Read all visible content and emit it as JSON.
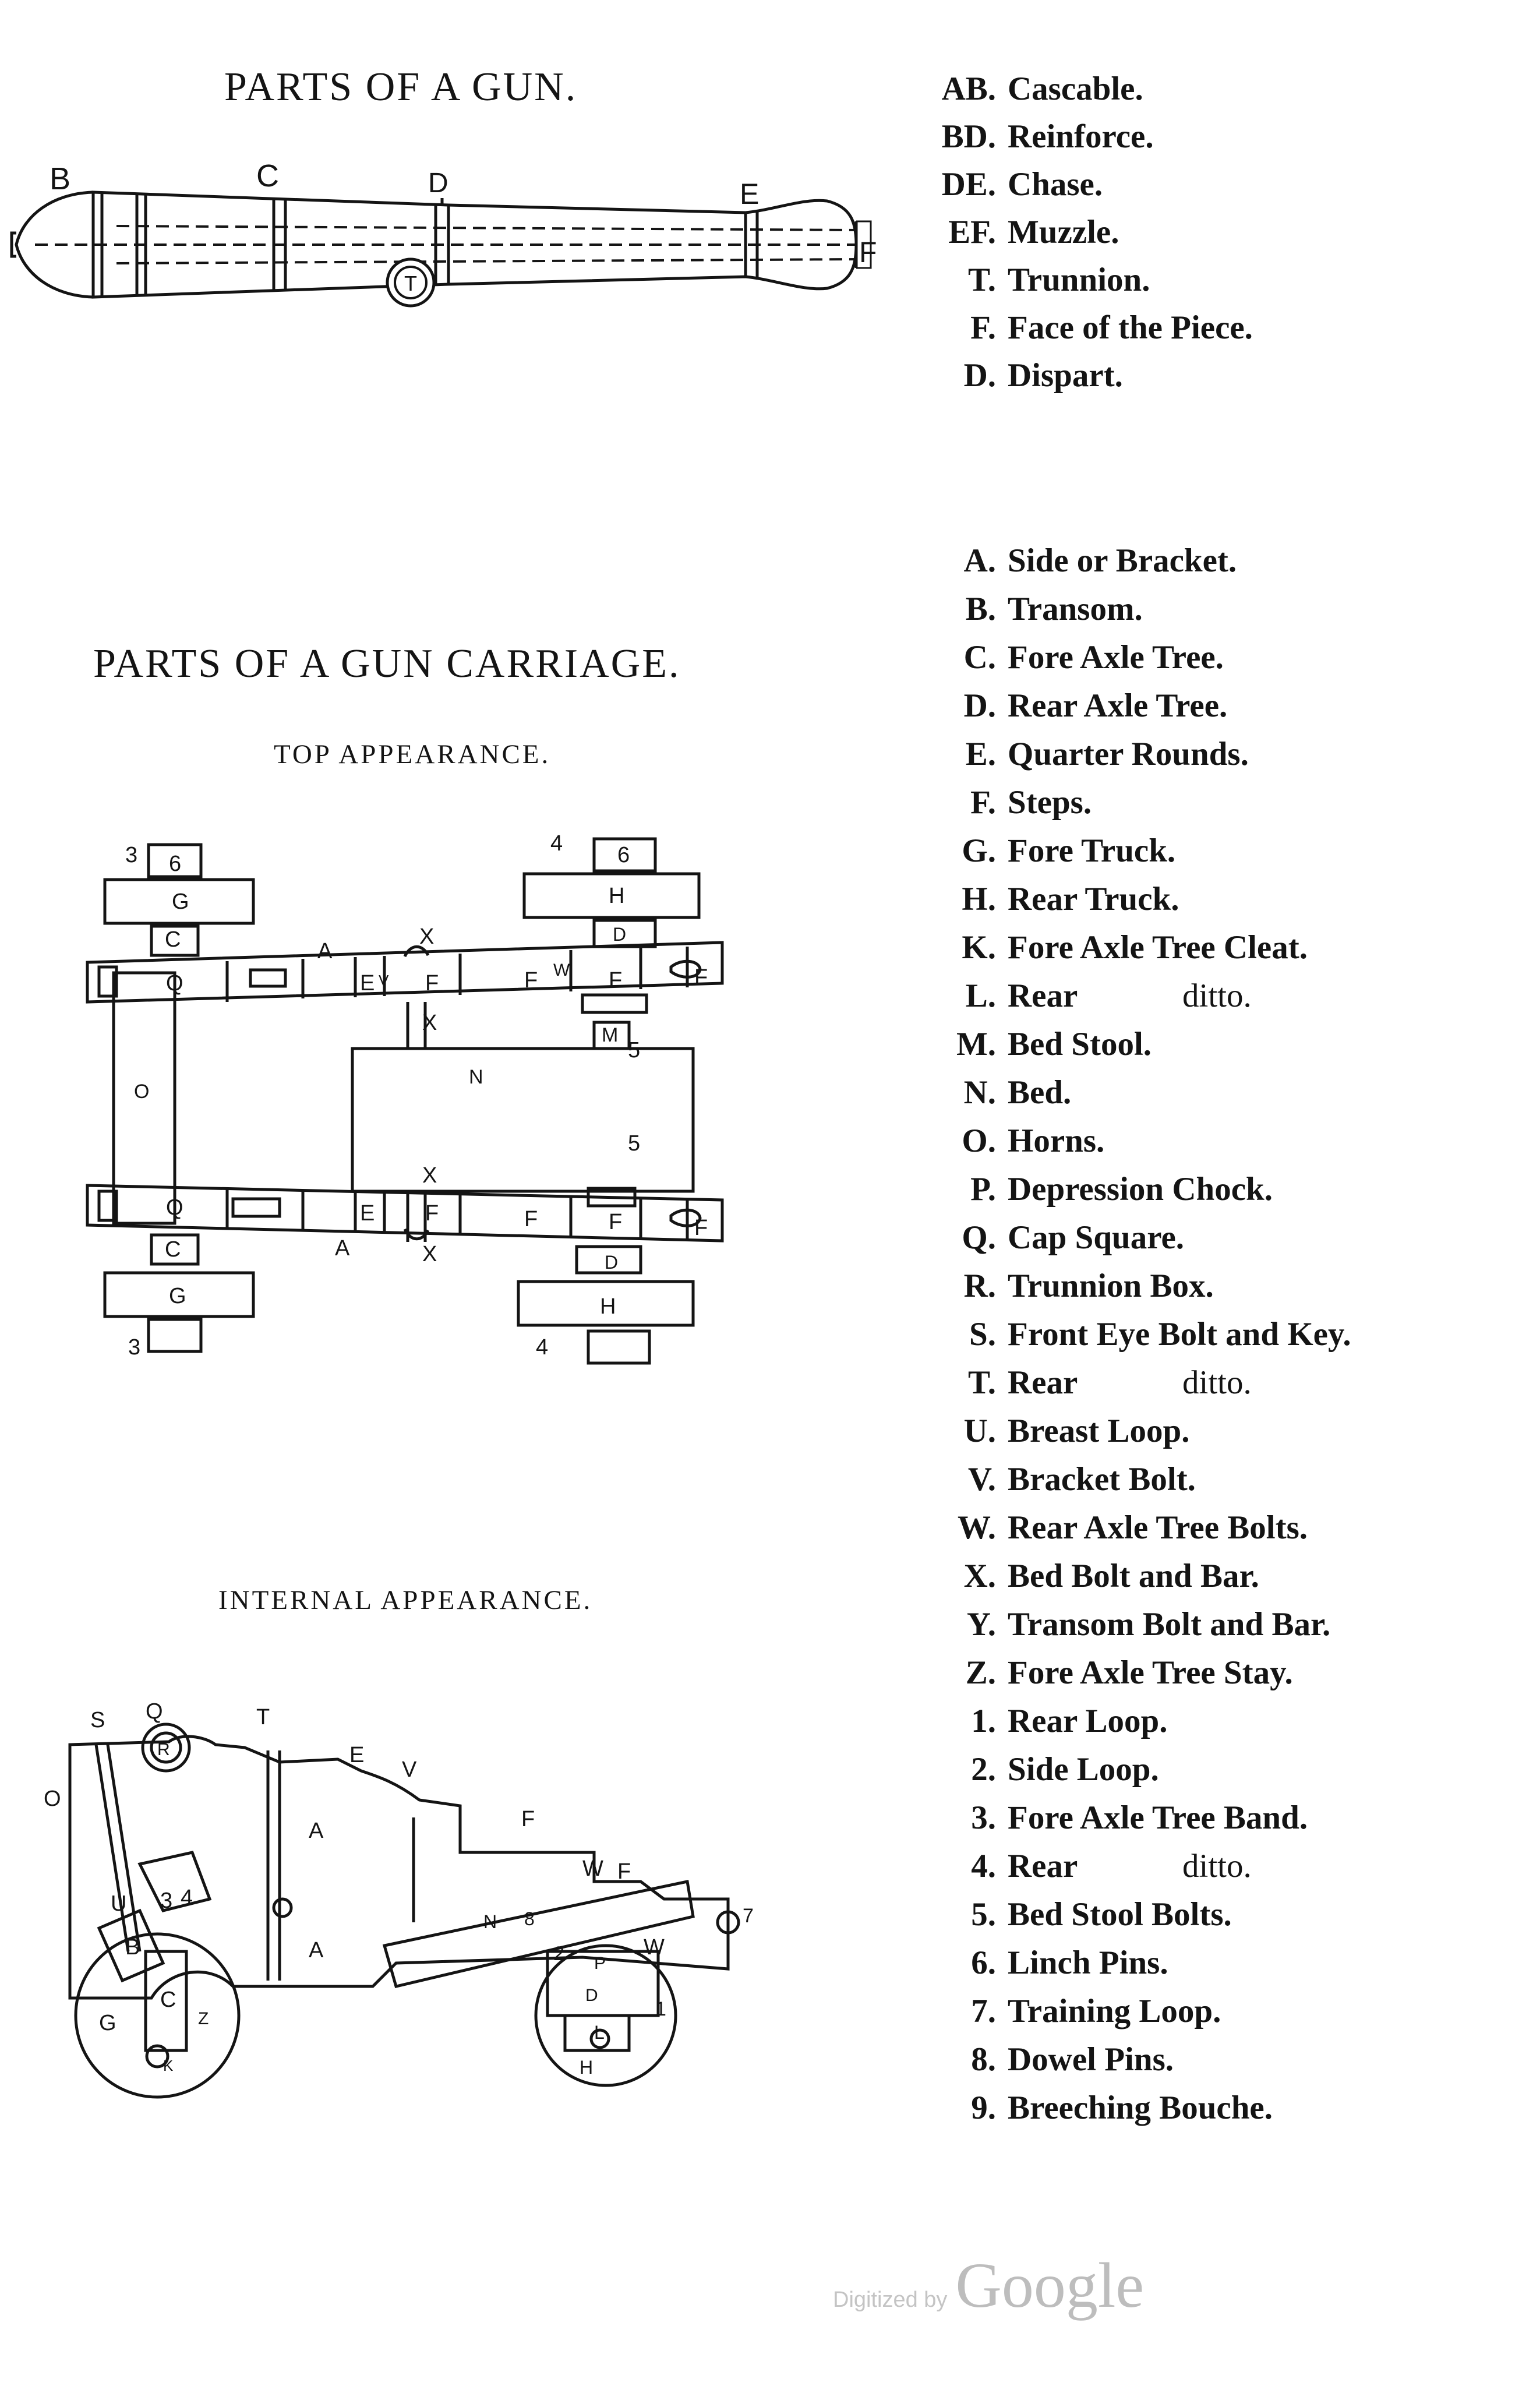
{
  "gun": {
    "title": "PARTS OF A GUN.",
    "labels": {
      "B": "B",
      "C": "C",
      "D": "D",
      "E": "E",
      "F": "F",
      "T": "T"
    },
    "legend": [
      {
        "key": "AB.",
        "value": "Cascable."
      },
      {
        "key": "BD.",
        "value": "Reinforce."
      },
      {
        "key": "DE.",
        "value": "Chase."
      },
      {
        "key": "EF.",
        "value": "Muzzle."
      },
      {
        "key": "T.",
        "value": "Trunnion."
      },
      {
        "key": "F.",
        "value": "Face of the Piece."
      },
      {
        "key": "D.",
        "value": "Dispart."
      }
    ]
  },
  "carriage": {
    "title": "PARTS OF A GUN CARRIAGE.",
    "top_title": "TOP APPEARANCE.",
    "internal_title": "INTERNAL APPEARANCE.",
    "top_labels": {
      "n3a": "3",
      "n6a": "6",
      "G": "G",
      "C": "C",
      "Q": "Q",
      "A": "A",
      "E": "E",
      "V": "V",
      "F": "F",
      "X": "X",
      "W": "W",
      "n4": "4",
      "n6b": "6",
      "H": "H",
      "D": "D",
      "M": "M",
      "N": "N",
      "n5": "5",
      "O": "O",
      "n3b": "3",
      "n4b": "4"
    },
    "internal_labels": {
      "S": "S",
      "Q": "Q",
      "R": "R",
      "T": "T",
      "E": "E",
      "V": "V",
      "O": "O",
      "A": "A",
      "U": "U",
      "n3": "3",
      "n4": "4",
      "B": "B",
      "C": "C",
      "Z": "Z",
      "G": "G",
      "K": "K",
      "F": "F",
      "W": "W",
      "N": "N",
      "n8": "8",
      "n2": "2",
      "P": "P",
      "n7": "7",
      "n1": "1",
      "L": "L",
      "H": "H",
      "D": "D"
    },
    "legend": [
      {
        "key": "A.",
        "value": "Side or Bracket."
      },
      {
        "key": "B.",
        "value": "Transom."
      },
      {
        "key": "C.",
        "value": "Fore Axle Tree."
      },
      {
        "key": "D.",
        "value": "Rear Axle Tree."
      },
      {
        "key": "E.",
        "value": "Quarter Rounds."
      },
      {
        "key": "F.",
        "value": "Steps."
      },
      {
        "key": "G.",
        "value": "Fore Truck."
      },
      {
        "key": "H.",
        "value": "Rear Truck."
      },
      {
        "key": "K.",
        "value": "Fore Axle Tree Cleat."
      },
      {
        "key": "L.",
        "value": "Rear",
        "ditto": "ditto."
      },
      {
        "key": "M.",
        "value": "Bed Stool."
      },
      {
        "key": "N.",
        "value": "Bed."
      },
      {
        "key": "O.",
        "value": "Horns."
      },
      {
        "key": "P.",
        "value": "Depression Chock."
      },
      {
        "key": "Q.",
        "value": "Cap Square."
      },
      {
        "key": "R.",
        "value": "Trunnion Box."
      },
      {
        "key": "S.",
        "value": "Front Eye Bolt and Key."
      },
      {
        "key": "T.",
        "value": "Rear",
        "ditto": "ditto."
      },
      {
        "key": "U.",
        "value": "Breast Loop."
      },
      {
        "key": "V.",
        "value": "Bracket Bolt."
      },
      {
        "key": "W.",
        "value": "Rear Axle Tree Bolts."
      },
      {
        "key": "X.",
        "value": "Bed Bolt and Bar."
      },
      {
        "key": "Y.",
        "value": "Transom Bolt and Bar."
      },
      {
        "key": "Z.",
        "value": "Fore Axle Tree Stay."
      },
      {
        "key": "1.",
        "value": "Rear Loop."
      },
      {
        "key": "2.",
        "value": "Side Loop."
      },
      {
        "key": "3.",
        "value": "Fore Axle Tree Band."
      },
      {
        "key": "4.",
        "value": "Rear",
        "ditto": "ditto."
      },
      {
        "key": "5.",
        "value": "Bed Stool Bolts."
      },
      {
        "key": "6.",
        "value": "Linch Pins."
      },
      {
        "key": "7.",
        "value": "Training Loop."
      },
      {
        "key": "8.",
        "value": "Dowel Pins."
      },
      {
        "key": "9.",
        "value": "Breeching Bouche."
      }
    ]
  },
  "footer": {
    "digitized": "Digitized by",
    "logo": "Google"
  }
}
